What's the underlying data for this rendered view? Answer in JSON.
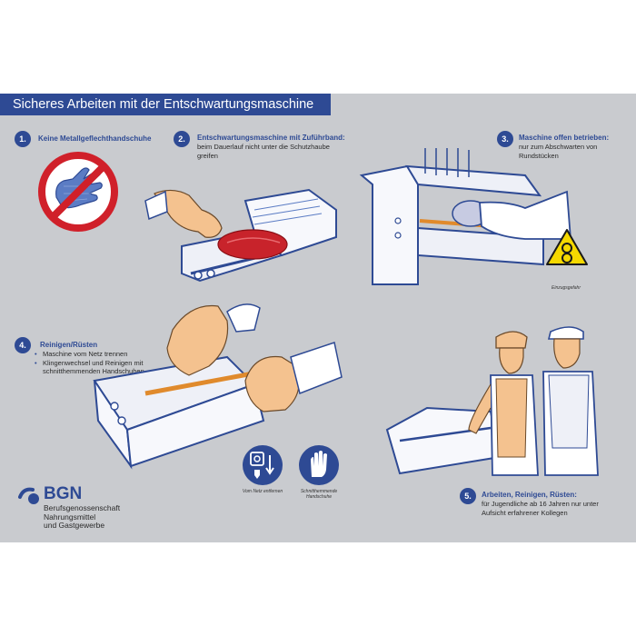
{
  "title": "Sicheres Arbeiten mit der Entschwartungsmaschine",
  "steps": [
    {
      "number": "1.",
      "heading": "Keine Metallgeflechthandschuhe",
      "body": ""
    },
    {
      "number": "2.",
      "heading": "Entschwartungsmaschine mit Zuführband:",
      "body": "beim Dauerlauf nicht unter die Schutzhaube greifen"
    },
    {
      "number": "3.",
      "heading": "Maschine offen betrieben:",
      "body": "nur zum Abschwarten von Rundstücken"
    },
    {
      "number": "4.",
      "heading": "Reinigen/Rüsten",
      "bullets": [
        "Maschine vom Netz trennen",
        "Klingenwechsel und Reinigen mit schnitthemmenden Handschuhen"
      ]
    },
    {
      "number": "5.",
      "heading": "Arbeiten, Reinigen, Rüsten:",
      "body": "für Jugendliche ab 16 Jahren nur unter Aufsicht erfahrener Kollegen"
    }
  ],
  "captions": {
    "warning": "Einzugsgefahr",
    "unplug": "Vom Netz entfernen",
    "gloves": "Schnitthemmende Handschuhe"
  },
  "logo": {
    "name": "BGN",
    "lines": [
      "Berufsgenossenschaft",
      "Nahrungsmittel",
      "und Gastgewerbe"
    ]
  },
  "colors": {
    "brand_blue": "#2e4a94",
    "poster_gray": "#c9cbcf",
    "prohibition_red": "#d0202a",
    "warning_yellow": "#f5d800",
    "skin": "#f4c28f",
    "meat_red": "#c8232b"
  },
  "icons": [
    "prohibition-sign",
    "glove-icon",
    "plug-icon",
    "gloves-mandatory-icon",
    "warning-entanglement-sign"
  ]
}
